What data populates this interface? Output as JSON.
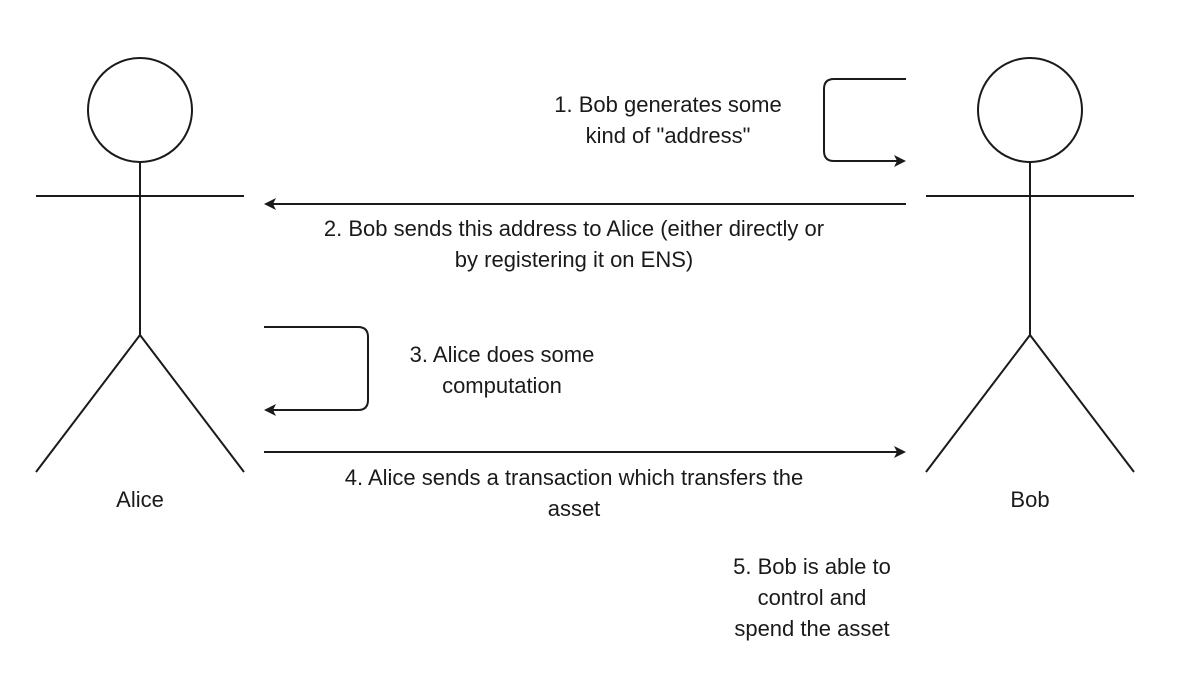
{
  "actors": {
    "left": {
      "name": "Alice"
    },
    "right": {
      "name": "Bob"
    }
  },
  "steps": [
    {
      "lines": [
        "1. Bob generates some",
        "kind of \"address\""
      ]
    },
    {
      "lines": [
        "2. Bob sends this address to Alice (either directly or",
        "by registering it on ENS)"
      ]
    },
    {
      "lines": [
        "3. Alice does some",
        "computation"
      ]
    },
    {
      "lines": [
        "4. Alice sends a transaction which transfers the",
        "asset"
      ]
    },
    {
      "lines": [
        "5. Bob is able to",
        "control and",
        "spend the asset"
      ]
    }
  ],
  "colors": {
    "stroke": "#1a1a1a",
    "background": "#ffffff"
  }
}
